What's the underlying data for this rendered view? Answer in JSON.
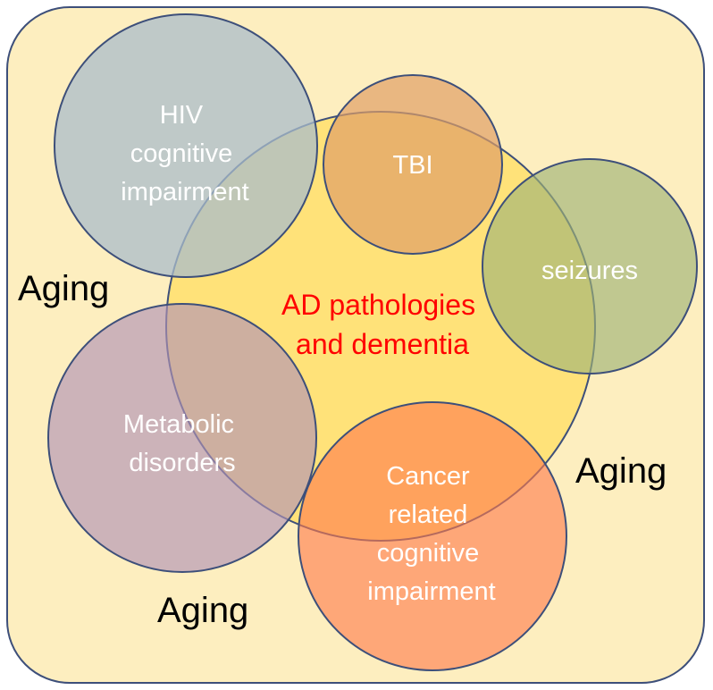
{
  "colors": {
    "background": "#fdeebf",
    "outline": "#3d4f7a",
    "ad": "#ffdf6c",
    "hiv": "#b0c2d0",
    "tbi": "#e3a76a",
    "seizures": "#a4b879",
    "metabolic": "#b597b8",
    "cancer": "#ff8456",
    "circle_label": "#ffffff",
    "ad_label": "#ff0000",
    "aging_label": "#000000"
  },
  "aging_labels": [
    "Aging",
    "Aging",
    "Aging"
  ],
  "circles": {
    "ad": {
      "lines": [
        "AD pathologies",
        "and dementia"
      ]
    },
    "hiv": {
      "lines": [
        "HIV",
        "cognitive",
        "impairment"
      ]
    },
    "tbi": {
      "lines": [
        "TBI"
      ]
    },
    "seizures": {
      "lines": [
        "seizures"
      ]
    },
    "metabolic": {
      "lines": [
        "Metabolic",
        "disorders"
      ]
    },
    "cancer": {
      "lines": [
        "Cancer",
        "related",
        "cognitive",
        "impairment"
      ]
    }
  }
}
